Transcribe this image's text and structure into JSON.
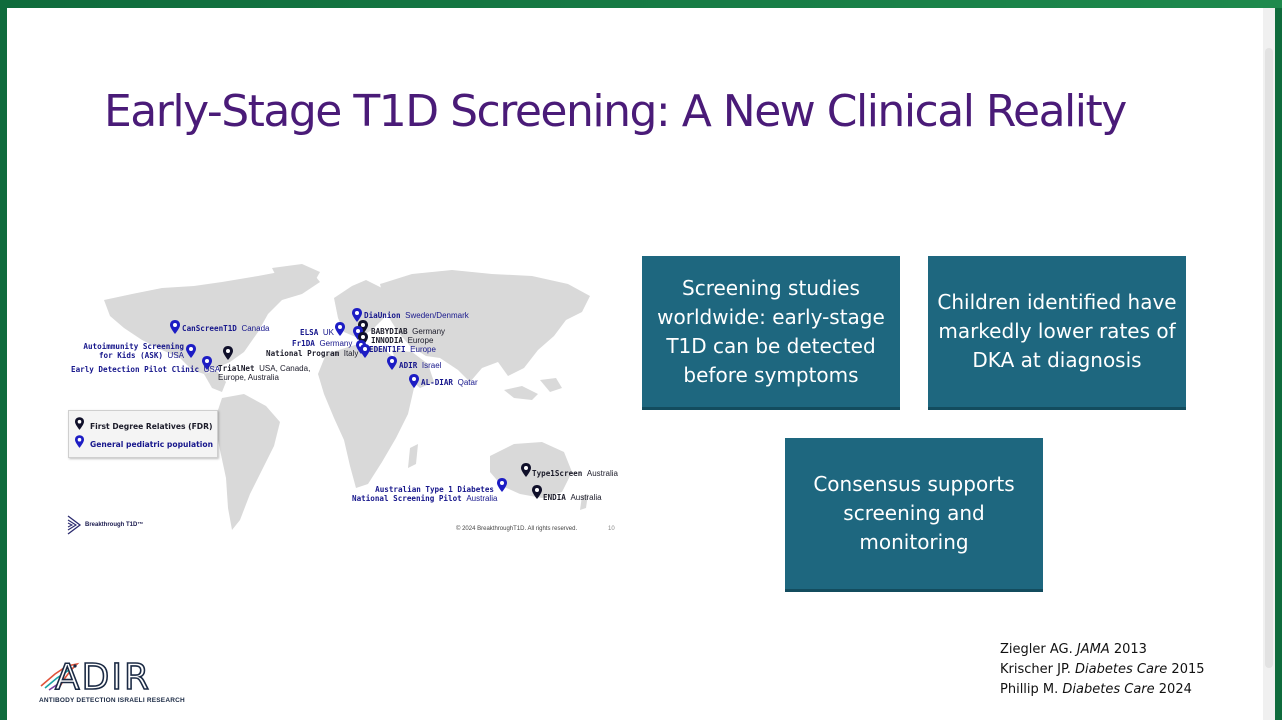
{
  "slide": {
    "title": "Early-Stage T1D Screening: A New Clinical Reality"
  },
  "map": {
    "sites": [
      {
        "name": "DiaUnion",
        "location": "Sweden/Denmark",
        "type": "general"
      },
      {
        "name": "CanScreenT1D",
        "location": "Canada",
        "type": "general"
      },
      {
        "name": "ELSA",
        "location": "UK",
        "type": "general"
      },
      {
        "name": "BABYDIAB",
        "location": "Germany",
        "type": "fdr"
      },
      {
        "name": "Fr1DA",
        "location": "Germany",
        "type": "general"
      },
      {
        "name": "INNODIA",
        "location": "Europe",
        "type": "fdr"
      },
      {
        "name": "National Program",
        "location": "Italy",
        "type": "general"
      },
      {
        "name": "EDENT1FI",
        "location": "Europe",
        "type": "general"
      },
      {
        "name": "Autoimmunity Screening",
        "name2": "for Kids (ASK)",
        "location": "USA",
        "type": "general"
      },
      {
        "name": "Early Detection Pilot Clinic",
        "location": "USA",
        "type": "general"
      },
      {
        "name": "TrialNet",
        "location": "USA, Canada,",
        "location2": "Europe, Australia",
        "type": "fdr"
      },
      {
        "name": "ADIR",
        "location": "Israel",
        "type": "general"
      },
      {
        "name": "AL-DIAR",
        "location": "Qatar",
        "type": "general"
      },
      {
        "name": "Type1Screen",
        "location": "Australia",
        "type": "fdr"
      },
      {
        "name": "Australian Type 1 Diabetes",
        "name2": "National Screening Pilot",
        "location": "Australia",
        "type": "general"
      },
      {
        "name": "ENDIA",
        "location": "Australia",
        "type": "fdr"
      }
    ],
    "legend": {
      "fdr": "First Degree Relatives (FDR)",
      "general": "General pediatric population"
    },
    "logo_text": "Breakthrough T1D™",
    "copyright": "© 2024 BreakthroughT1D. All rights reserved.",
    "page_number": "10",
    "colors": {
      "general_pin": "#1d1dc4",
      "fdr_pin": "#10102a",
      "land": "#d9d9d9"
    }
  },
  "boxes": [
    {
      "text": "Screening studies worldwide: early-stage T1D can be detected before symptoms"
    },
    {
      "text": "Children identified have markedly lower rates of DKA at diagnosis"
    },
    {
      "text": "Consensus supports screening and monitoring"
    }
  ],
  "references": [
    {
      "author": "Ziegler AG.",
      "journal": "JAMA",
      "year": "2013"
    },
    {
      "author": "Krischer JP.",
      "journal": "Diabetes Care",
      "year": "2015"
    },
    {
      "author": "Phillip M.",
      "journal": "Diabetes Care",
      "year": "2024"
    }
  ],
  "logo": {
    "word": "ADIR",
    "subtitle": "ANTIBODY DETECTION ISRAELI RESEARCH"
  },
  "theme": {
    "title_color": "#4a1b78",
    "box_color": "#1e677f",
    "frame_color": "#0f6b3c"
  }
}
